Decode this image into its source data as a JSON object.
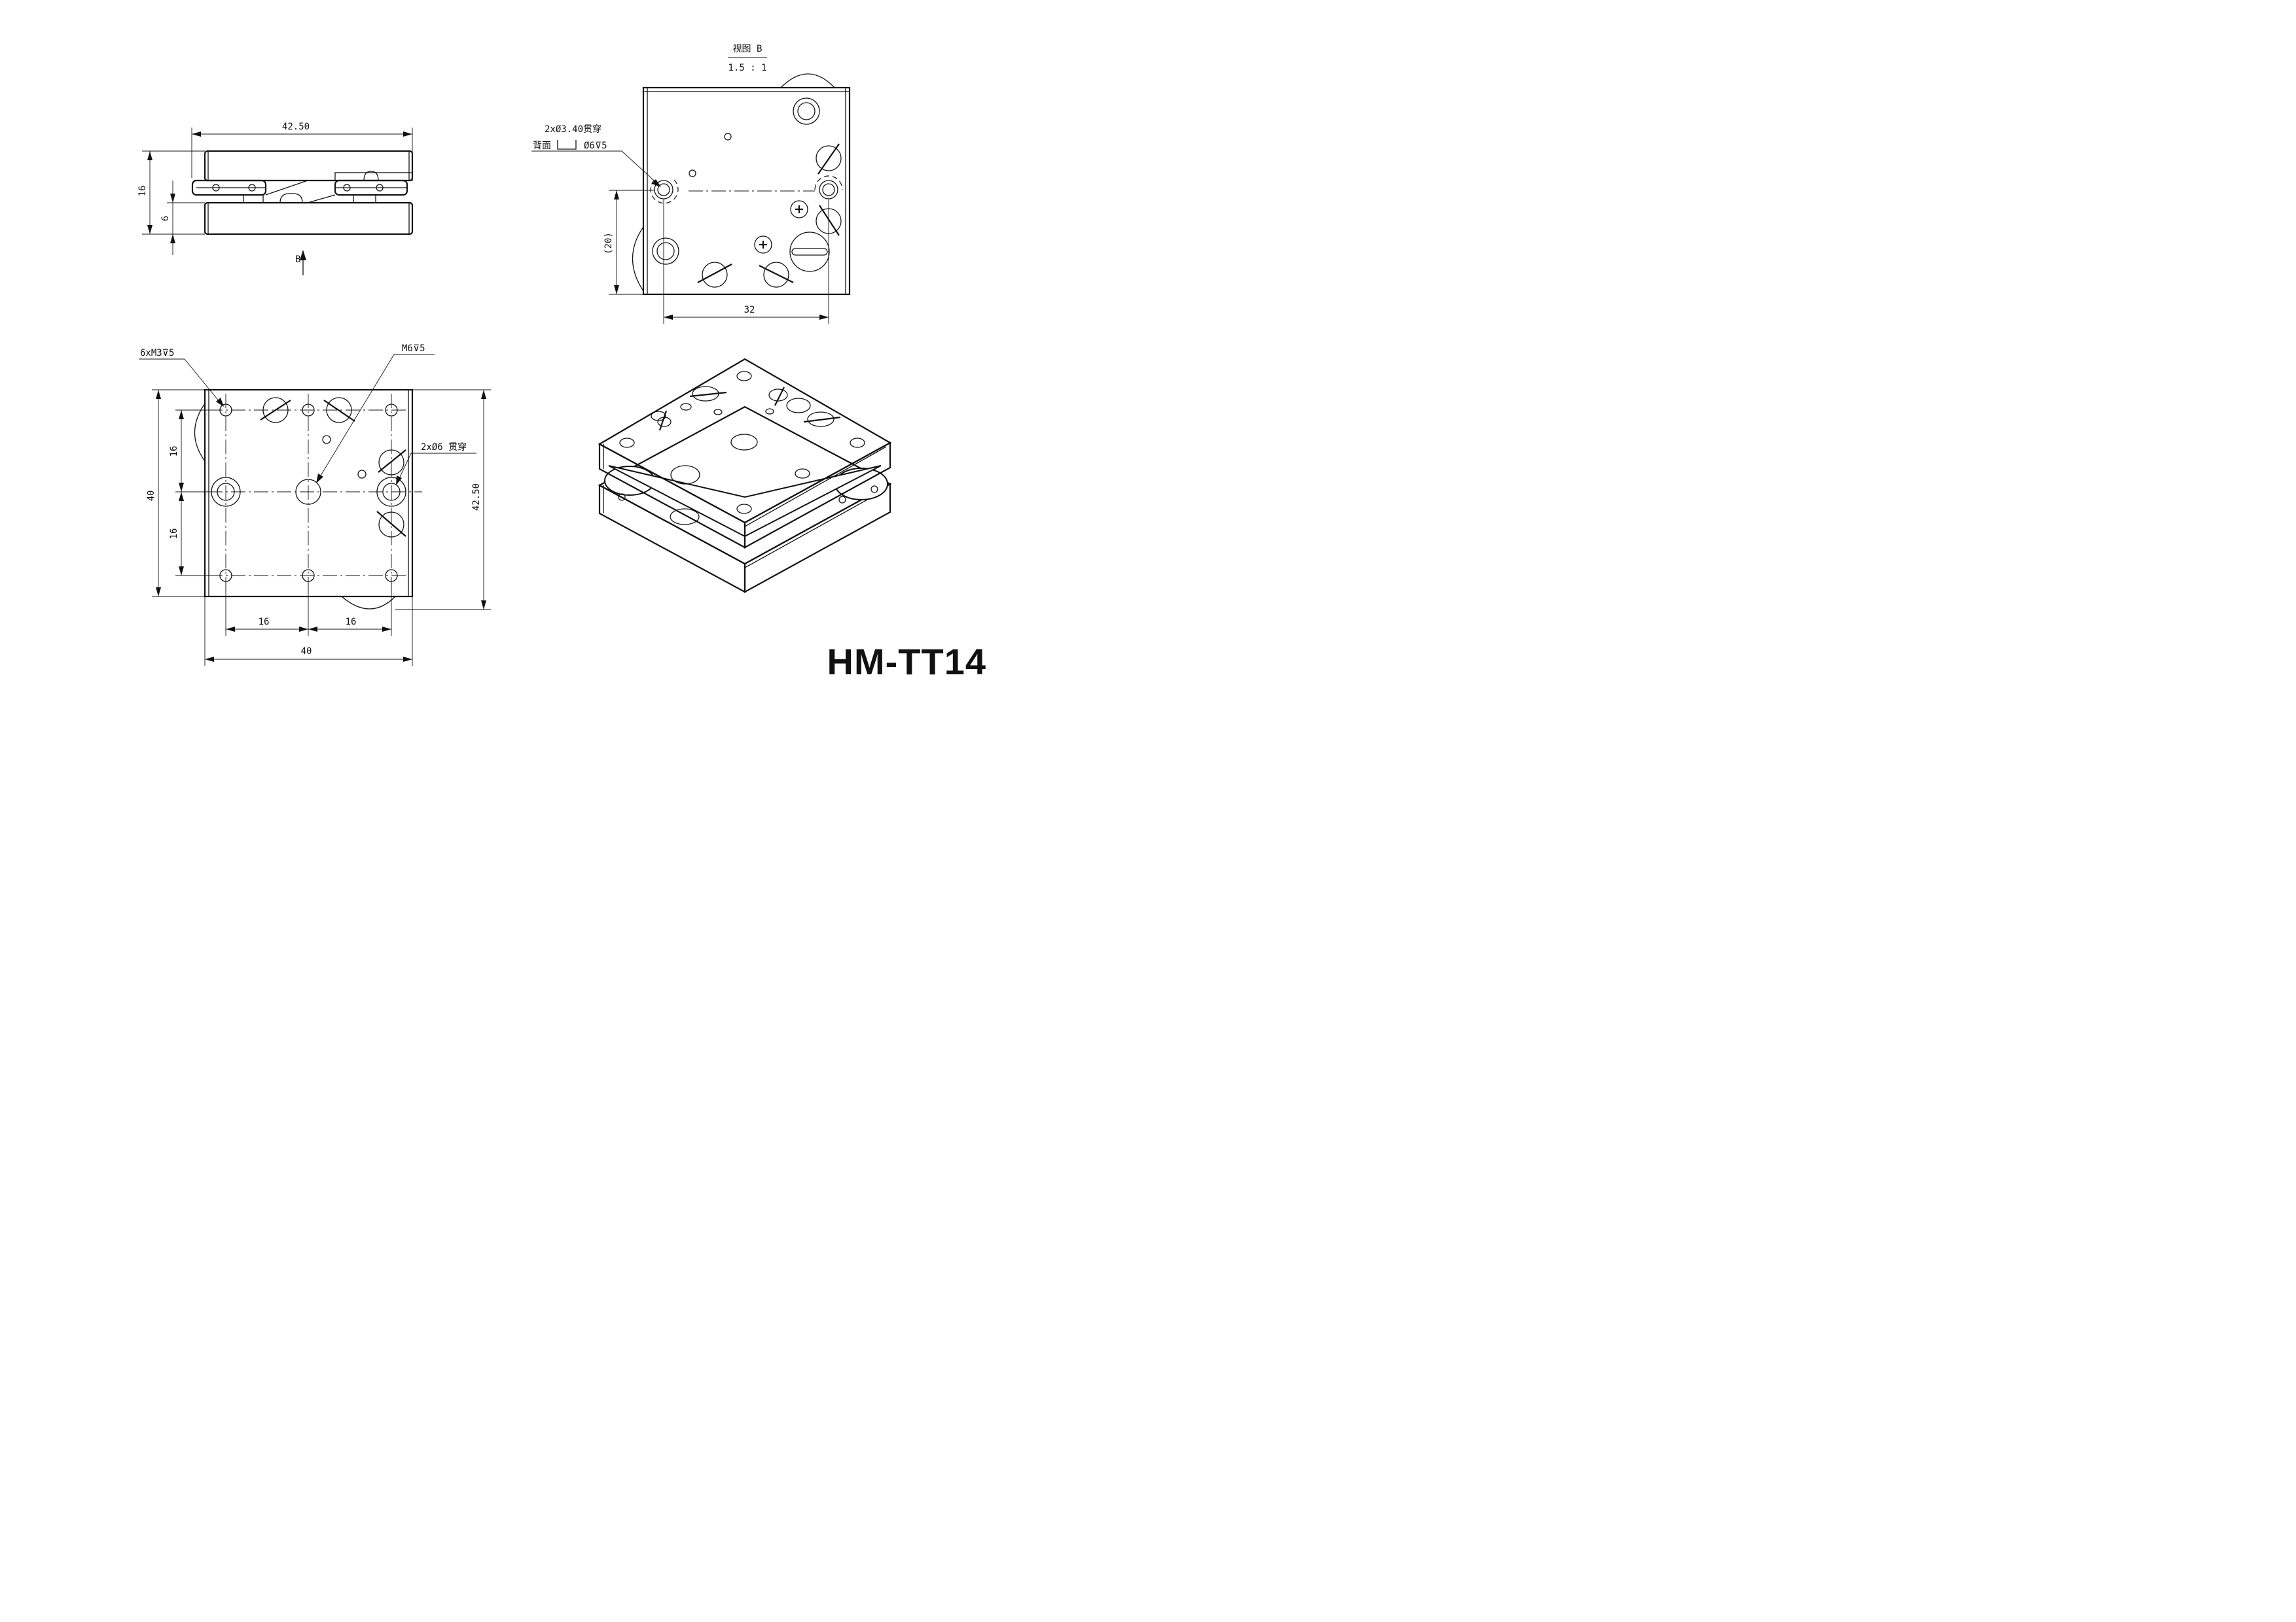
{
  "title": {
    "model": "HM-TT14"
  },
  "side_view": {
    "dim_width": "42.50",
    "dim_height_total": "16",
    "dim_height_lower": "6",
    "view_arrow_label": "B"
  },
  "view_b": {
    "title": "视图 B",
    "scale": "1.5 : 1",
    "note_line1": "2xØ3.40贯穿",
    "note_line2_prefix": "背面",
    "note_line2_suffix": "Ø6⊽5",
    "dim_vertical": "(20)",
    "dim_horizontal": "32"
  },
  "top_view": {
    "note_m3": "6xM3⊽5",
    "note_m6": "M6⊽5",
    "note_holes": "2xØ6 贯穿",
    "dim_left_top": "16",
    "dim_left_bottom": "16",
    "dim_left_total": "40",
    "dim_right_total": "42.50",
    "dim_bottom_left": "16",
    "dim_bottom_right": "16",
    "dim_bottom_total": "40"
  }
}
